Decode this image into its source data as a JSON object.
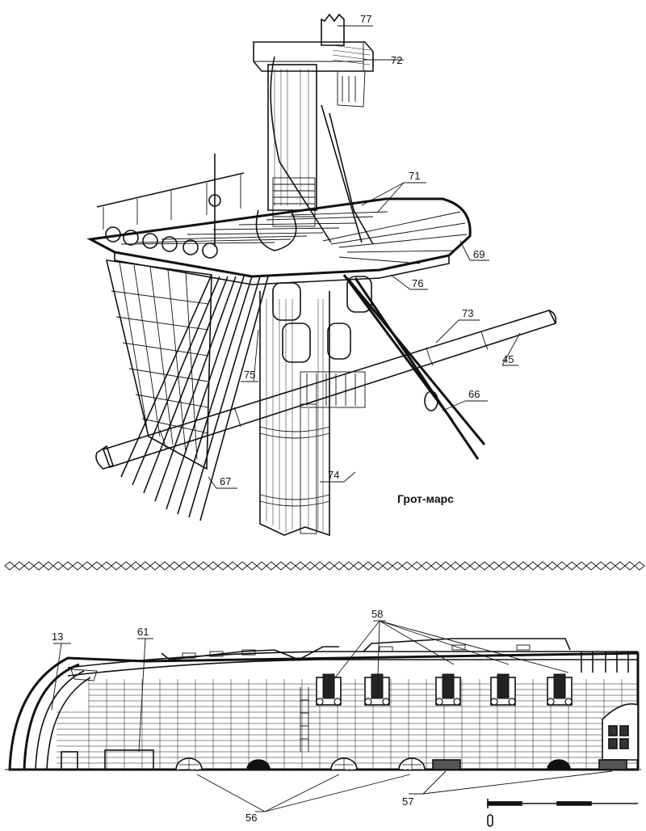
{
  "top_drawing": {
    "caption": "Грот-марс",
    "callouts": [
      "77",
      "72",
      "71",
      "69",
      "76",
      "73",
      "45",
      "75",
      "66",
      "74",
      "67"
    ]
  },
  "bottom_drawing": {
    "callouts": [
      "13",
      "61",
      "58",
      "56",
      "57"
    ]
  }
}
